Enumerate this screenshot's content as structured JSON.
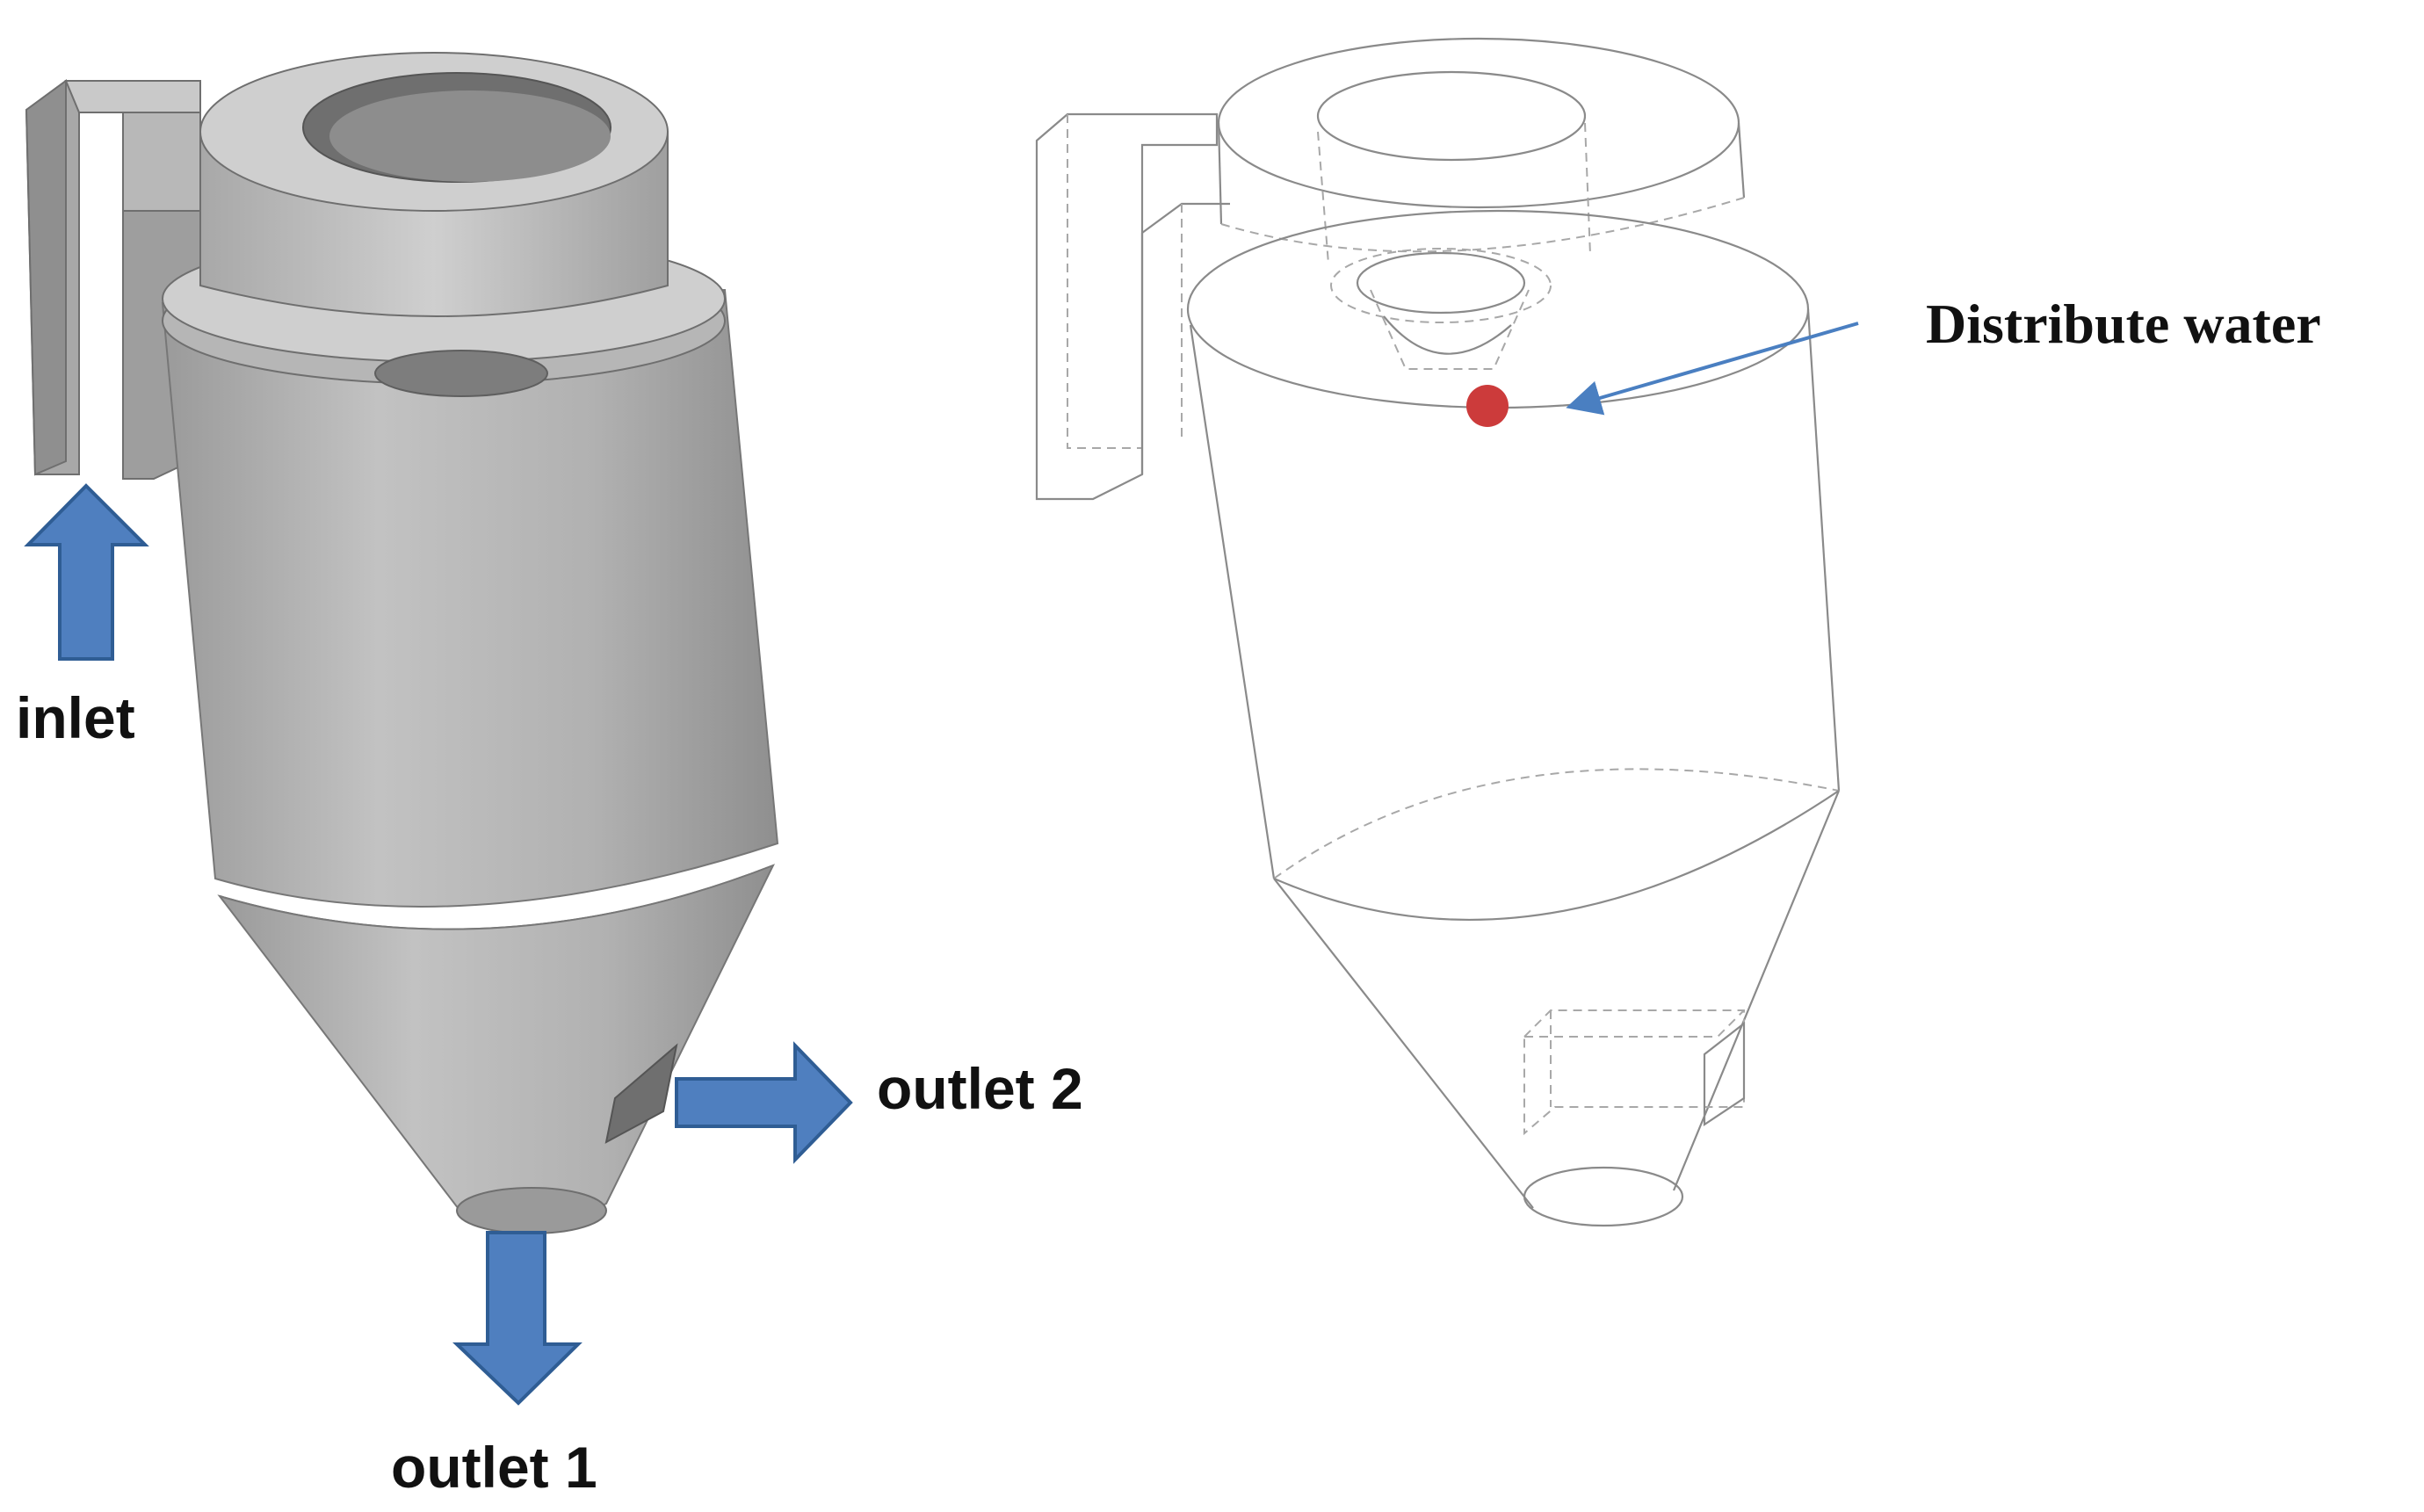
{
  "labels": {
    "inlet": "inlet",
    "outlet_1": "outlet 1",
    "outlet_2": "outlet 2",
    "distribute_water": "Distribute water"
  },
  "colors": {
    "flow_arrow": "#4f7fbf",
    "flow_arrow_edge": "#2f5d94",
    "water_point": "#cc3b3b",
    "pointer_arrow": "#4a7fc1",
    "body_light": "#c4c4c4",
    "body_mid": "#a9a9a9",
    "body_dark": "#8e8e8e"
  },
  "icons": {
    "flow_arrows": "block-arrow",
    "water_point": "red-dot",
    "pointer": "thin-arrow"
  }
}
